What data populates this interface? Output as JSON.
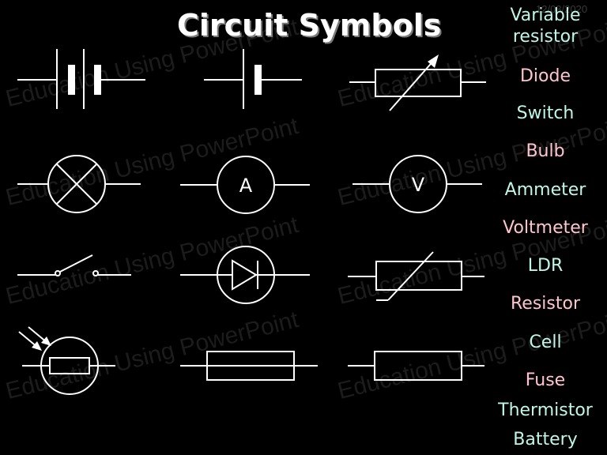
{
  "title": "Circuit Symbols",
  "date": "12/03/2020",
  "watermark": "Education Using PowerPoint",
  "colors": {
    "label_green": "#bff7e7",
    "label_pink": "#ffc4cf",
    "symbol": "#ffffff"
  },
  "symbol_letters": {
    "ammeter": "A",
    "voltmeter": "V"
  },
  "labels": [
    "Variable resistor",
    "Diode",
    "Switch",
    "Bulb",
    "Ammeter",
    "Voltmeter",
    "LDR",
    "Resistor",
    "Cell",
    "Fuse",
    "Thermistor",
    "Battery"
  ]
}
